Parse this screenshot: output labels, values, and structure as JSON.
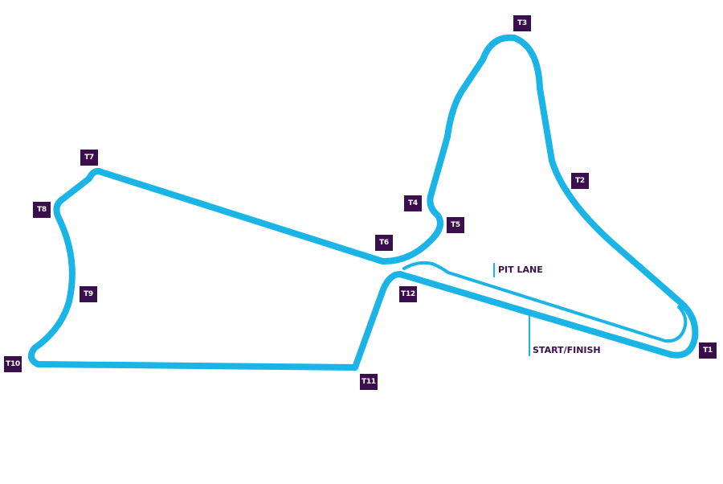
{
  "colors": {
    "track": "#1ab4e6",
    "label_bg": "#3b0f4e",
    "label_text": "#ffffff"
  },
  "turns": [
    "T1",
    "T2",
    "T3",
    "T4",
    "T5",
    "T6",
    "T7",
    "T8",
    "T9",
    "T10",
    "T11",
    "T12"
  ],
  "annotations": {
    "pit_lane": "PIT LANE",
    "start_finish": "START/FINISH"
  }
}
